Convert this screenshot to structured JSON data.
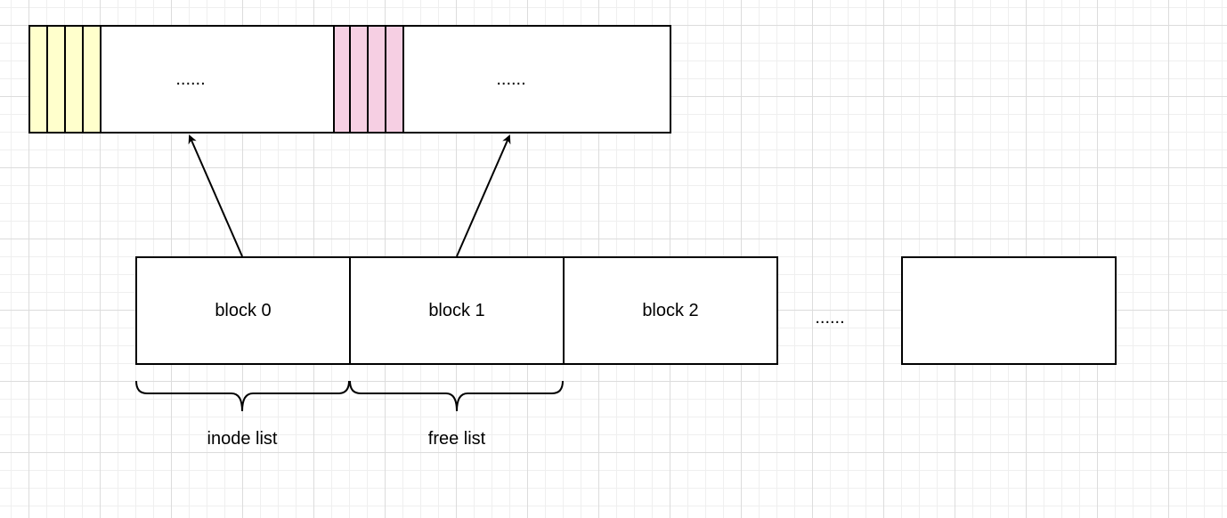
{
  "colors": {
    "inode_cell": "#ffffcc",
    "free_cell": "#f6cfe3",
    "stroke": "#000000"
  },
  "top_array": {
    "left_ellipsis": "......",
    "right_ellipsis": "......"
  },
  "blocks": [
    {
      "label": "block 0"
    },
    {
      "label": "block 1"
    },
    {
      "label": "block 2"
    },
    {
      "label": ""
    }
  ],
  "gap_ellipsis": "......",
  "braces": {
    "inode_label": "inode list",
    "free_label": "free list"
  }
}
